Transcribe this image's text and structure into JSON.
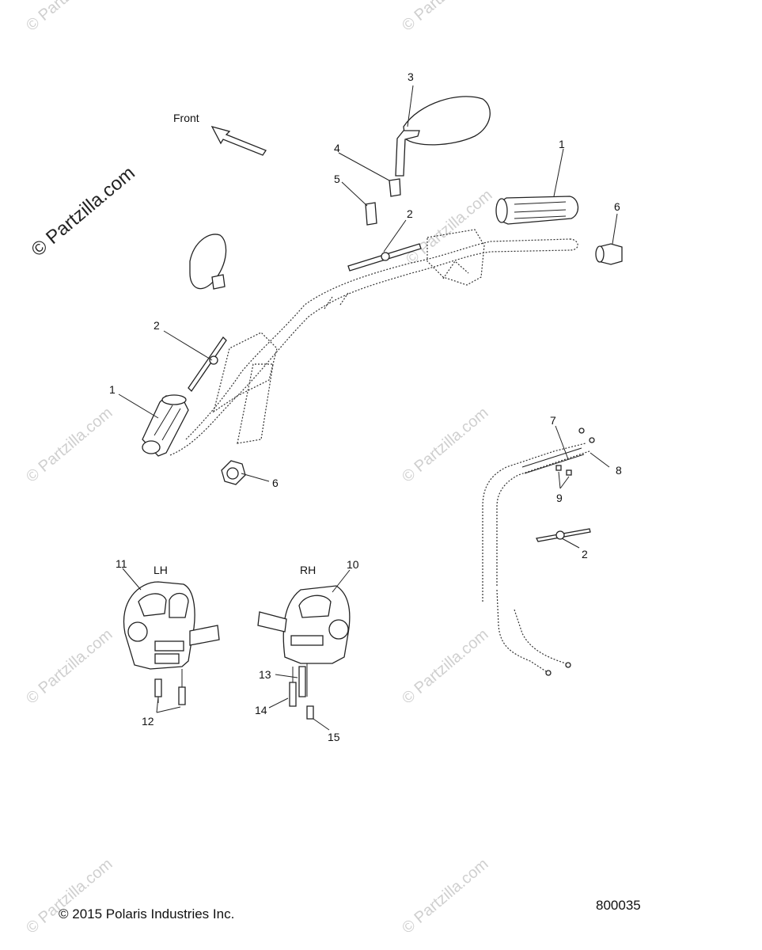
{
  "diagram": {
    "front_label": "Front",
    "side_labels": {
      "left": "LH",
      "right": "RH"
    },
    "callouts": {
      "c1a": "1",
      "c1b": "1",
      "c2a": "2",
      "c2b": "2",
      "c2c": "2",
      "c3": "3",
      "c4": "4",
      "c5": "5",
      "c6a": "6",
      "c6b": "6",
      "c7": "7",
      "c8": "8",
      "c9": "9",
      "c10": "10",
      "c11": "11",
      "c12": "12",
      "c13": "13",
      "c14": "14",
      "c15": "15"
    },
    "watermark": "© Partzilla.com",
    "copyright": "© 2015 Polaris Industries Inc.",
    "drawing_number": "800035"
  }
}
